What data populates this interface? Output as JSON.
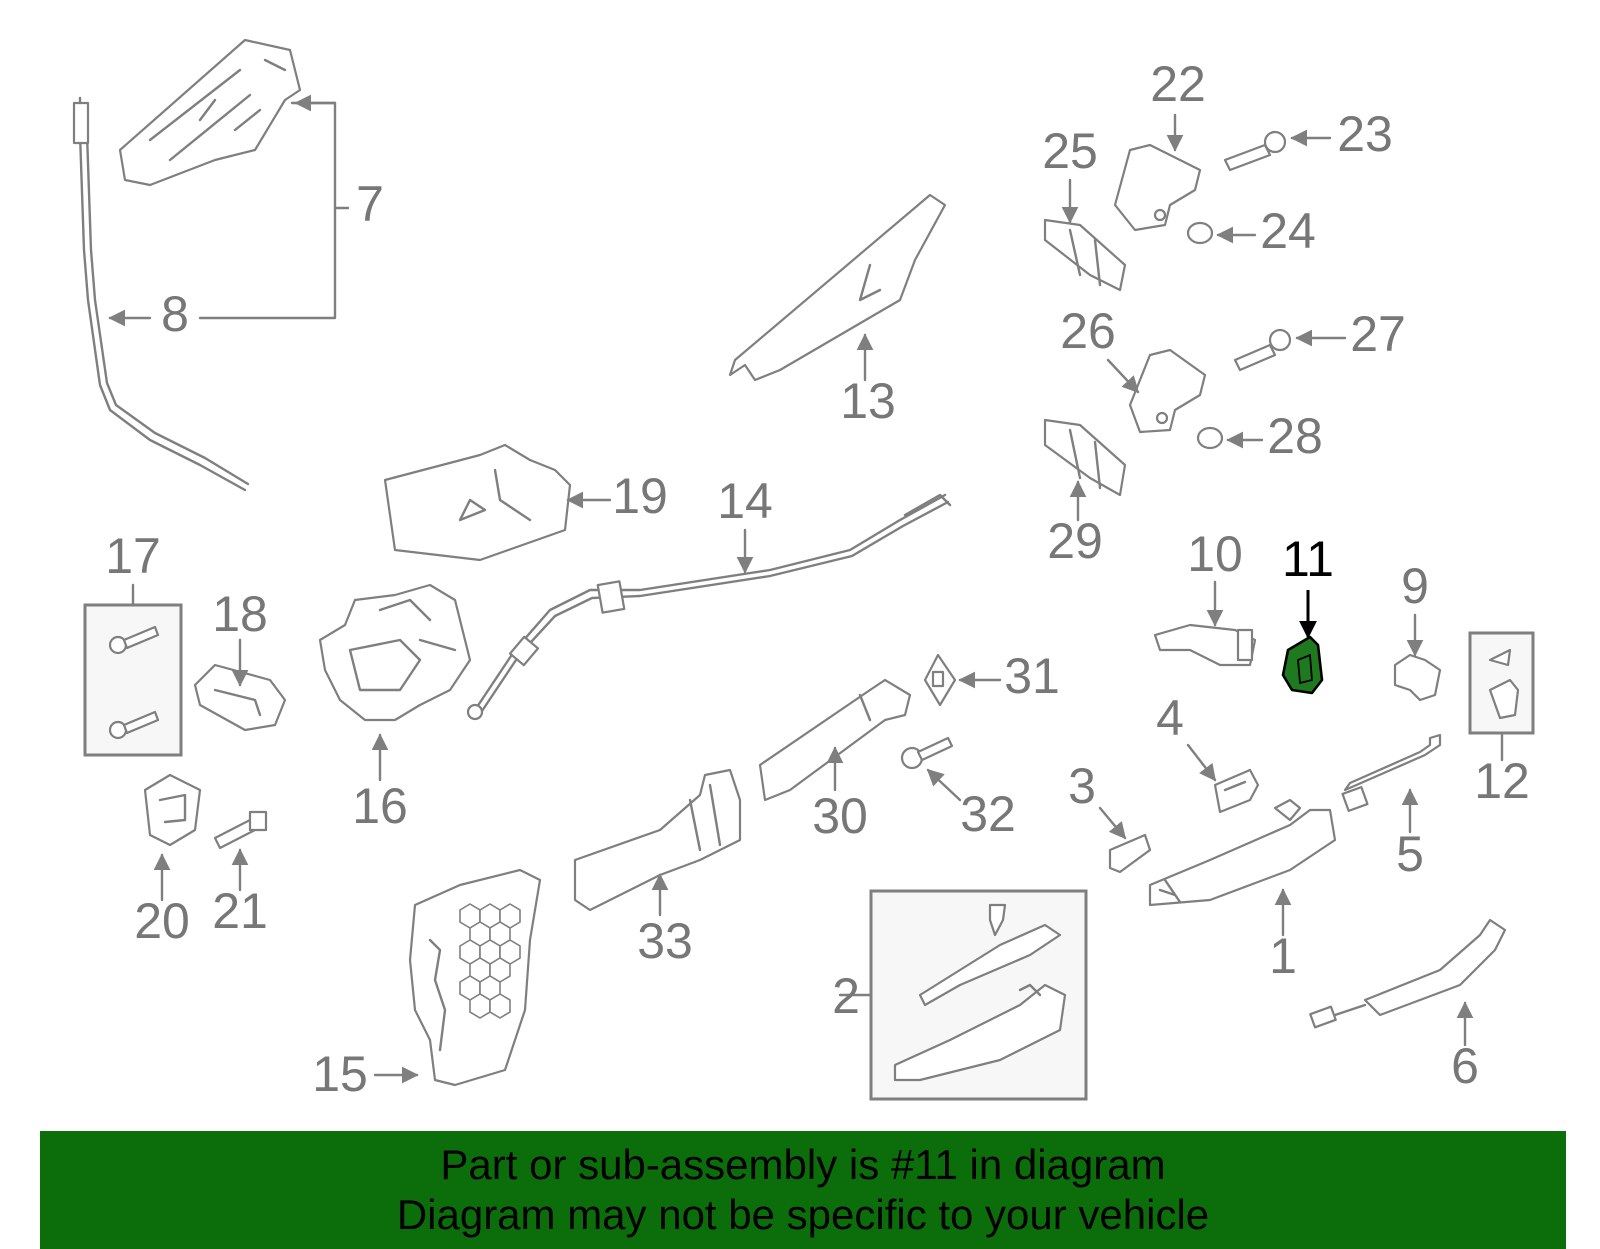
{
  "diagram": {
    "highlighted_callout": "11",
    "callouts": [
      "1",
      "2",
      "3",
      "4",
      "5",
      "6",
      "7",
      "8",
      "9",
      "10",
      "11",
      "12",
      "13",
      "14",
      "15",
      "16",
      "17",
      "18",
      "19",
      "20",
      "21",
      "22",
      "23",
      "24",
      "25",
      "26",
      "27",
      "28",
      "29",
      "30",
      "31",
      "32",
      "33"
    ]
  },
  "banner": {
    "line1": "Part or sub-assembly is #11 in diagram",
    "line2": "Diagram may not be specific to your vehicle"
  },
  "colors": {
    "banner_bg": "#0b6e0b",
    "highlight_part": "#1f7a1f",
    "part_stroke": "#7f7f7f",
    "callout_text": "#777777",
    "highlight_text": "#000000"
  }
}
